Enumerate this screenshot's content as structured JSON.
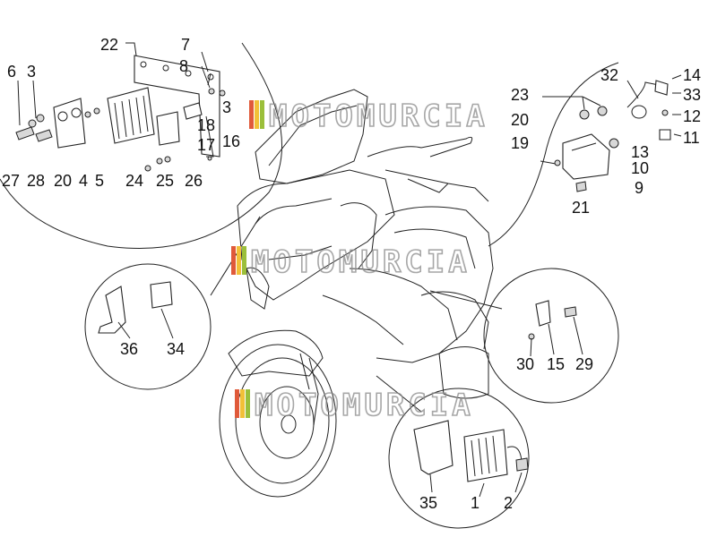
{
  "watermark": {
    "text": "MOTOMURCIA",
    "stripe_colors": [
      "#e05a3a",
      "#f2c037",
      "#9bbf3a"
    ]
  },
  "callouts": {
    "c1": "1",
    "c2": "2",
    "c3a": "3",
    "c3b": "3",
    "c4": "4",
    "c5": "5",
    "c6": "6",
    "c7": "7",
    "c8": "8",
    "c9": "9",
    "c10": "10",
    "c11": "11",
    "c12": "12",
    "c13": "13",
    "c14": "14",
    "c15": "15",
    "c16": "16",
    "c17": "17",
    "c18": "18",
    "c19": "19",
    "c20a": "20",
    "c20b": "20",
    "c21": "21",
    "c22": "22",
    "c23": "23",
    "c24": "24",
    "c25": "25",
    "c26": "26",
    "c27": "27",
    "c28": "28",
    "c29": "29",
    "c30": "30",
    "c32": "32",
    "c33": "33",
    "c34": "34",
    "c35": "35",
    "c36": "36"
  }
}
